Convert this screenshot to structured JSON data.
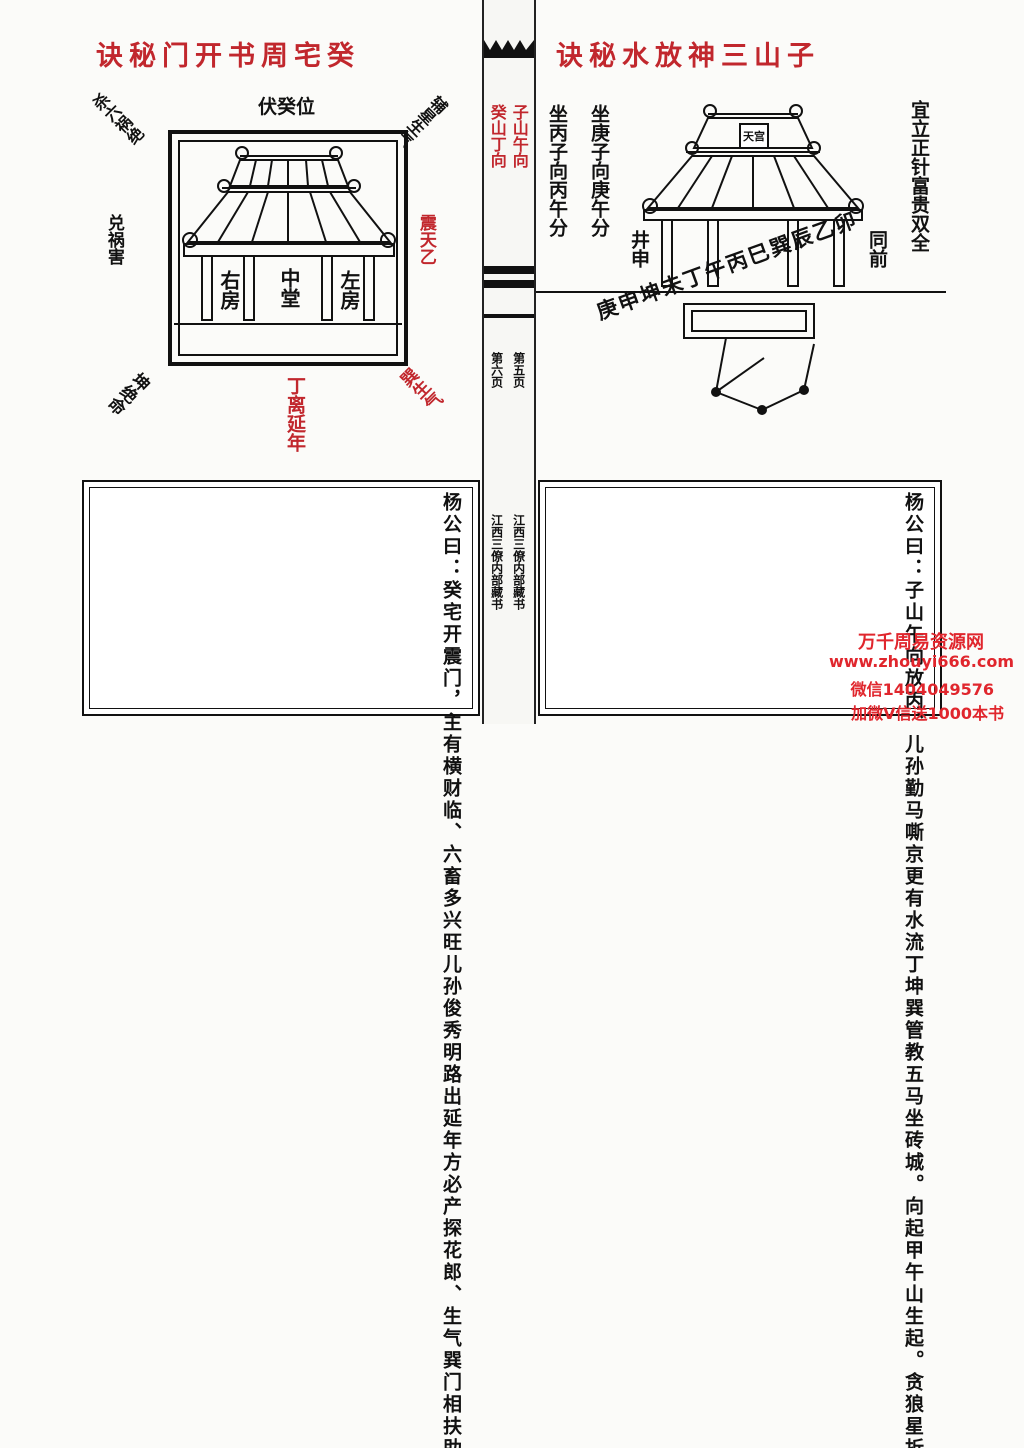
{
  "left": {
    "title": "诀秘门开书周宅癸",
    "diagram": {
      "top": "伏癸位",
      "top_left": "杀六祸绝",
      "top_right": "辅星生气",
      "left_middle": "兑祸害",
      "right_middle": "震天乙",
      "bottom_left": "坤绝命",
      "bottom_right": "巽生气",
      "bottom": "丁离延年",
      "house_right_room": "右房",
      "house_center": "中堂",
      "house_left_room": "左房"
    },
    "body_text": "杨公曰：癸宅开震门，主有横财临、六畜多兴旺儿孙俊秀明路出延年方必产探花郎、生气巽门相扶助加官晋爵入朝堂、代代文人登黄甲、良田万顷好儿郎、癸宅初出震屈曲展离出巽大门吉大。"
  },
  "spine": {
    "col1": "子山午向",
    "col2": "癸山丁向",
    "page_right": "第五页",
    "page_left": "第六页",
    "library_a": "江西三僚内部藏书",
    "library_b": "江西三僚内部藏书"
  },
  "right": {
    "title": "诀秘水放神三山子",
    "temple_sign": "天宫",
    "notes": [
      "坐丙子向丙午分",
      "坐庚子向庚午分",
      "井申"
    ],
    "right_note": "宜立正针富贵双全",
    "right_note2": "同前",
    "compass_ring": "庚申坤未丁午丙巳巽辰乙卯",
    "body_text": "杨公曰：子山午向放丙、儿孙勤马嘶京更有水流丁坤巽管教五马坐砖城。向起甲午山生起。贪狼星折辰元辰放二尺七寸七分、天井宜浅初步丁小神、二步丙中神出口水倒左有塘最为贵。"
  },
  "watermark": {
    "line1": "万千周易资源网",
    "line2": "www.zhouyi666.com",
    "line3": "微信1404049576",
    "line4": "加微V信送1000本书"
  },
  "colors": {
    "accent_red": "#c1272d",
    "ink": "#111111",
    "paper": "#fbfbf9"
  }
}
